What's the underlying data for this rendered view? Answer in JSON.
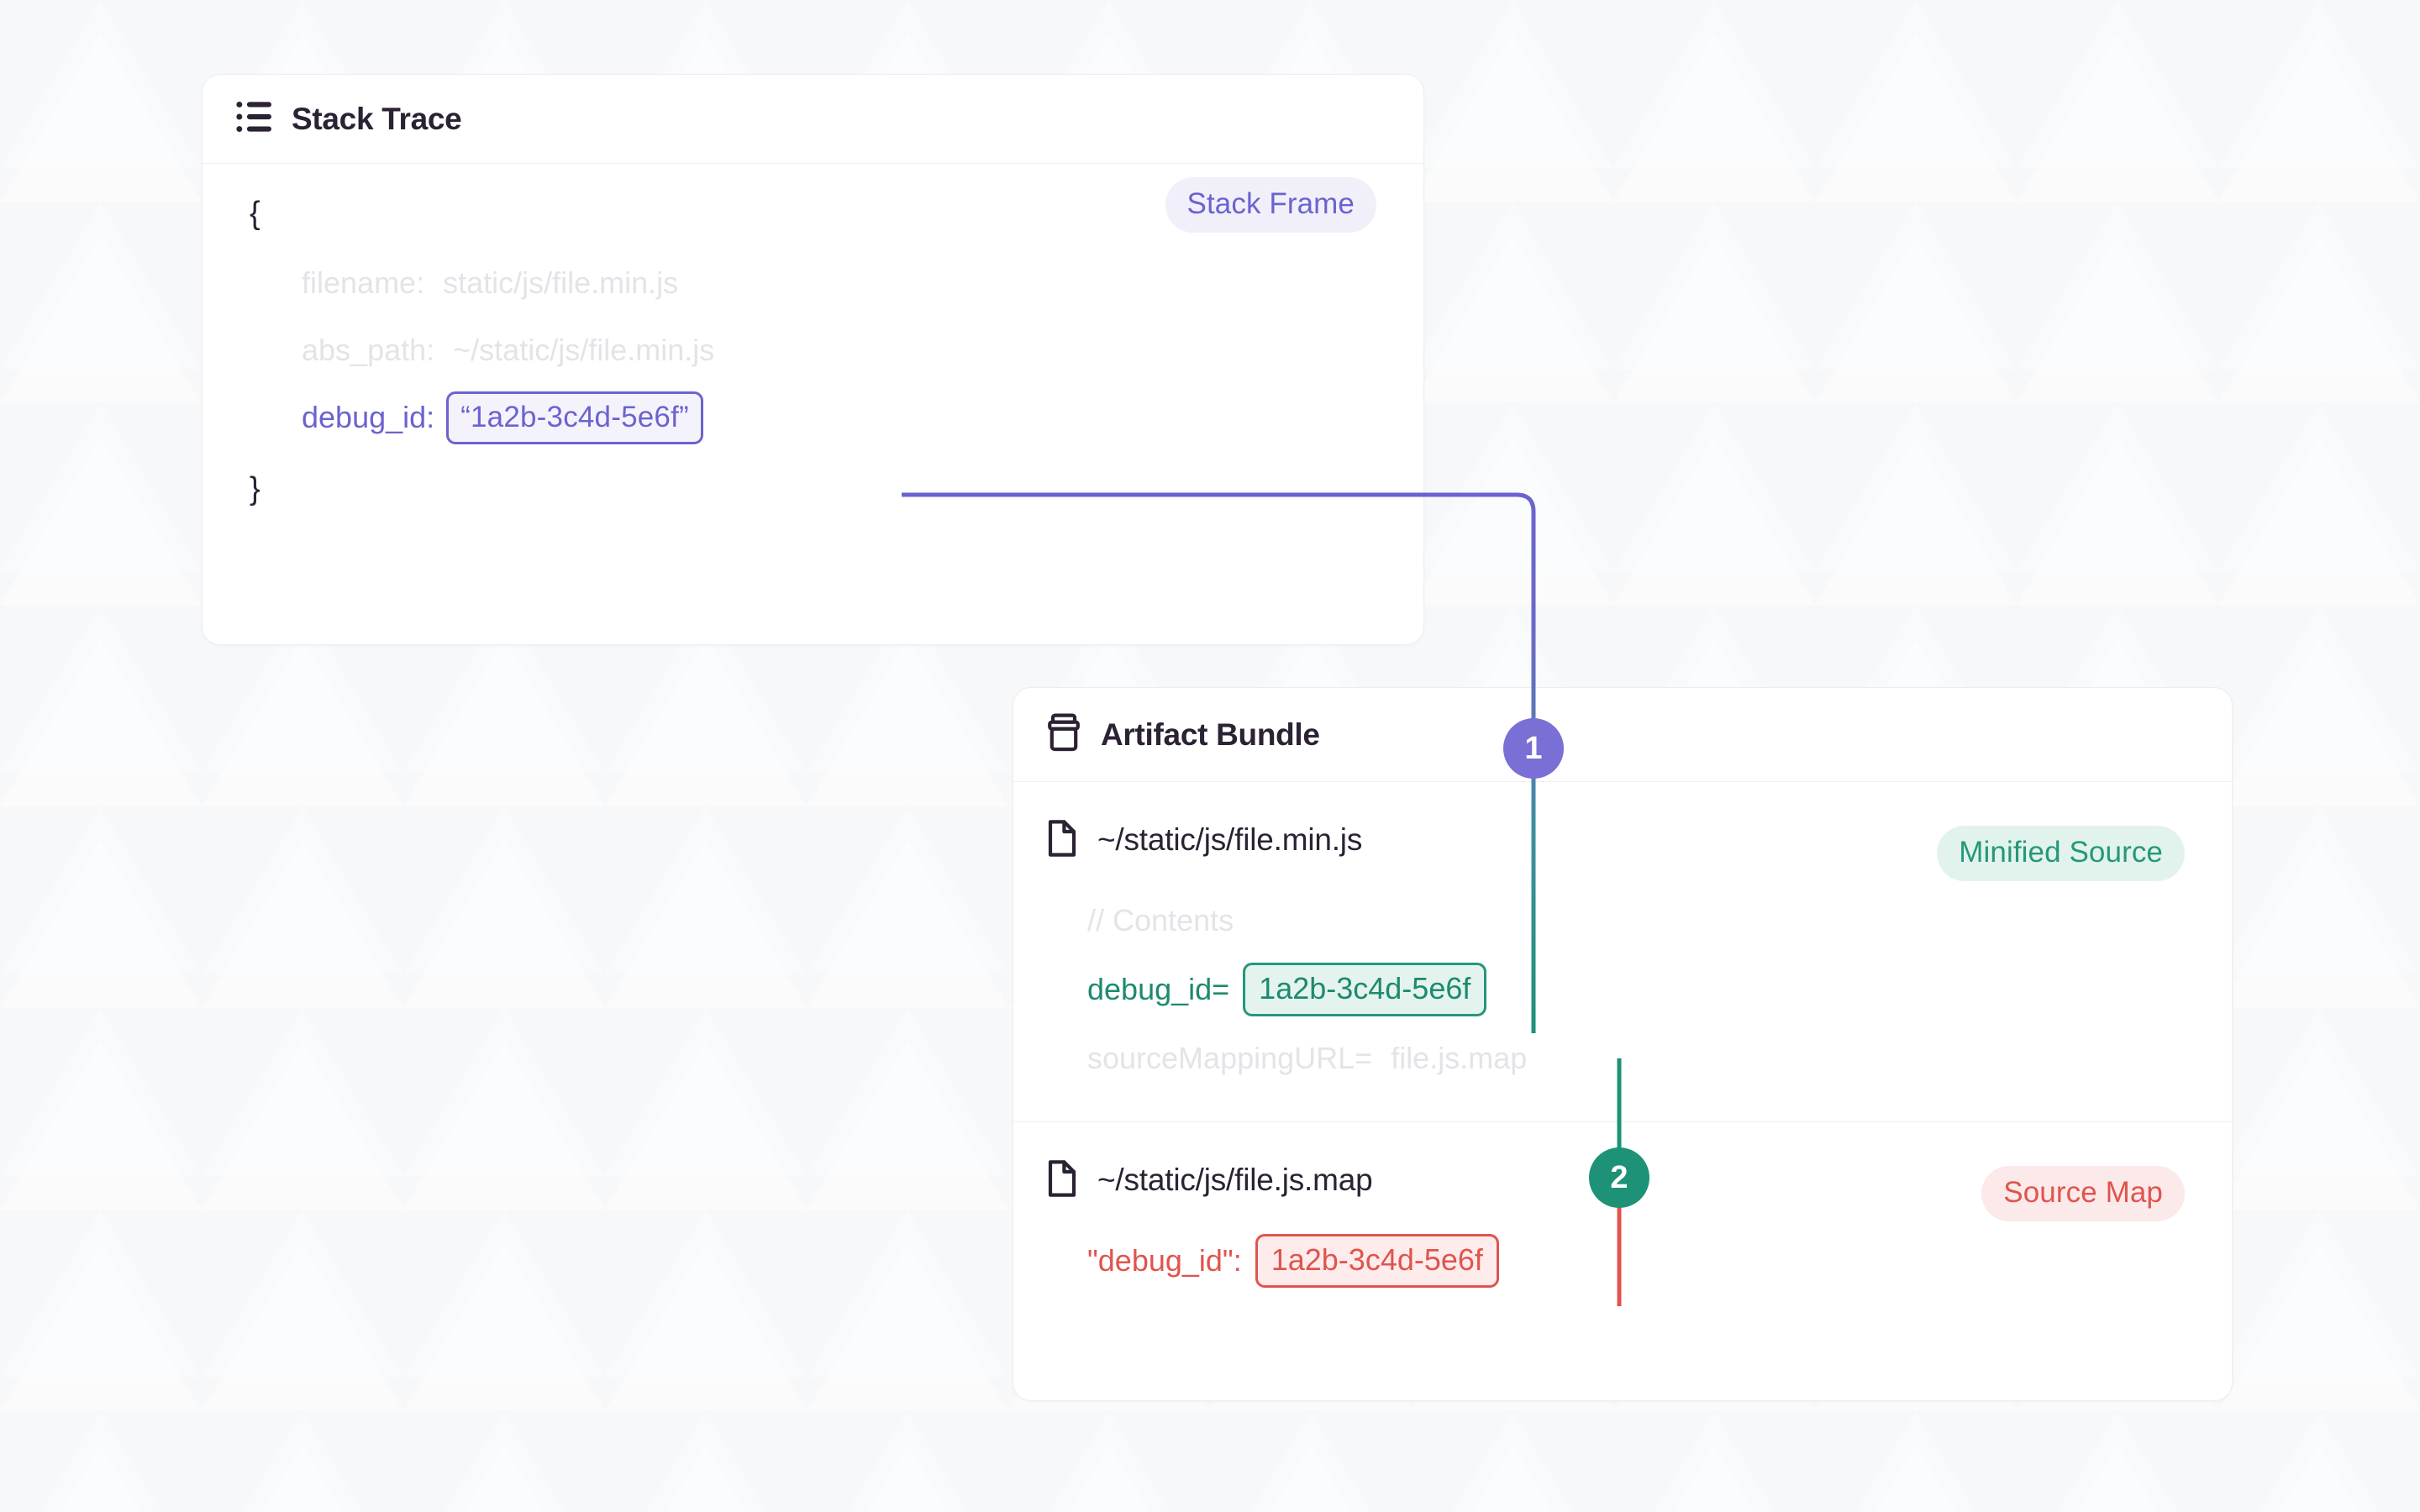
{
  "page": {
    "background_color": "#f7f8fa"
  },
  "colors": {
    "purple": "#6b63cf",
    "purple_badge_bg": "#f1f0fa",
    "teal": "#1d8a6f",
    "teal_badge_bg": "#e2f3ed",
    "red": "#e0544e",
    "red_badge_bg": "#fbeae9",
    "muted_text": "#e3e4e8",
    "card_bg": "#ffffff",
    "card_border": "#ecedf0",
    "step1_badge_bg": "#7a6fd4",
    "step2_badge_bg": "#1d9277"
  },
  "stack_trace_card": {
    "icon": "list-icon",
    "title": "Stack Trace",
    "badge": {
      "label": "Stack Frame",
      "style": "purple"
    },
    "open_brace": "{",
    "close_brace": "}",
    "fields": [
      {
        "key": "filename:",
        "value": "static/js/file.min.js",
        "style": "muted"
      },
      {
        "key": "abs_path:",
        "value": "~/static/js/file.min.js",
        "style": "muted"
      },
      {
        "key": "debug_id:",
        "value": "“1a2b-3c4d-5e6f”",
        "style": "purple-chip"
      }
    ]
  },
  "artifact_bundle_card": {
    "icon": "archive-box-icon",
    "title": "Artifact Bundle",
    "sections": [
      {
        "file_icon": "file-icon",
        "file_name": "~/static/js/file.min.js",
        "badge": {
          "label": "Minified Source",
          "style": "teal"
        },
        "lines": [
          {
            "key": "// Contents",
            "value": "",
            "style": "muted"
          },
          {
            "key": "debug_id=",
            "value": "1a2b-3c4d-5e6f",
            "style": "teal-chip"
          },
          {
            "key": "sourceMappingURL=",
            "value": "file.js.map",
            "style": "muted"
          }
        ]
      },
      {
        "file_icon": "file-icon",
        "file_name": "~/static/js/file.js.map",
        "badge": {
          "label": "Source Map",
          "style": "red"
        },
        "lines": [
          {
            "key": "\"debug_id\":",
            "value": "1a2b-3c4d-5e6f",
            "style": "red-chip"
          }
        ]
      }
    ]
  },
  "steps": [
    {
      "number": "1",
      "style": "purple"
    },
    {
      "number": "2",
      "style": "teal"
    }
  ]
}
